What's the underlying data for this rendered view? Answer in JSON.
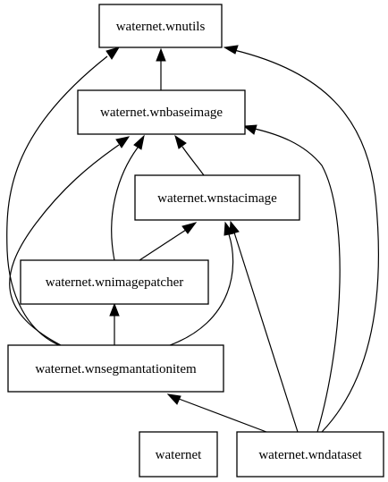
{
  "nodes": [
    {
      "id": "wnutils",
      "label": "waternet.wnutils"
    },
    {
      "id": "wnbaseimage",
      "label": "waternet.wnbaseimage"
    },
    {
      "id": "wnstacimage",
      "label": "waternet.wnstacimage"
    },
    {
      "id": "wnimagepatcher",
      "label": "waternet.wnimagepatcher"
    },
    {
      "id": "wnsegmantationitem",
      "label": "waternet.wnsegmantationitem"
    },
    {
      "id": "waternet",
      "label": "waternet"
    },
    {
      "id": "wndataset",
      "label": "waternet.wndataset"
    }
  ],
  "edges": [
    {
      "from": "wnbaseimage",
      "to": "wnutils"
    },
    {
      "from": "wnstacimage",
      "to": "wnbaseimage"
    },
    {
      "from": "wnimagepatcher",
      "to": "wnbaseimage"
    },
    {
      "from": "wnimagepatcher",
      "to": "wnstacimage"
    },
    {
      "from": "wnsegmantationitem",
      "to": "wnutils"
    },
    {
      "from": "wnsegmantationitem",
      "to": "wnbaseimage"
    },
    {
      "from": "wnsegmantationitem",
      "to": "wnstacimage"
    },
    {
      "from": "wnsegmantationitem",
      "to": "wnimagepatcher"
    },
    {
      "from": "wndataset",
      "to": "wnutils"
    },
    {
      "from": "wndataset",
      "to": "wnbaseimage"
    },
    {
      "from": "wndataset",
      "to": "wnstacimage"
    },
    {
      "from": "wndataset",
      "to": "wnsegmantationitem"
    }
  ]
}
